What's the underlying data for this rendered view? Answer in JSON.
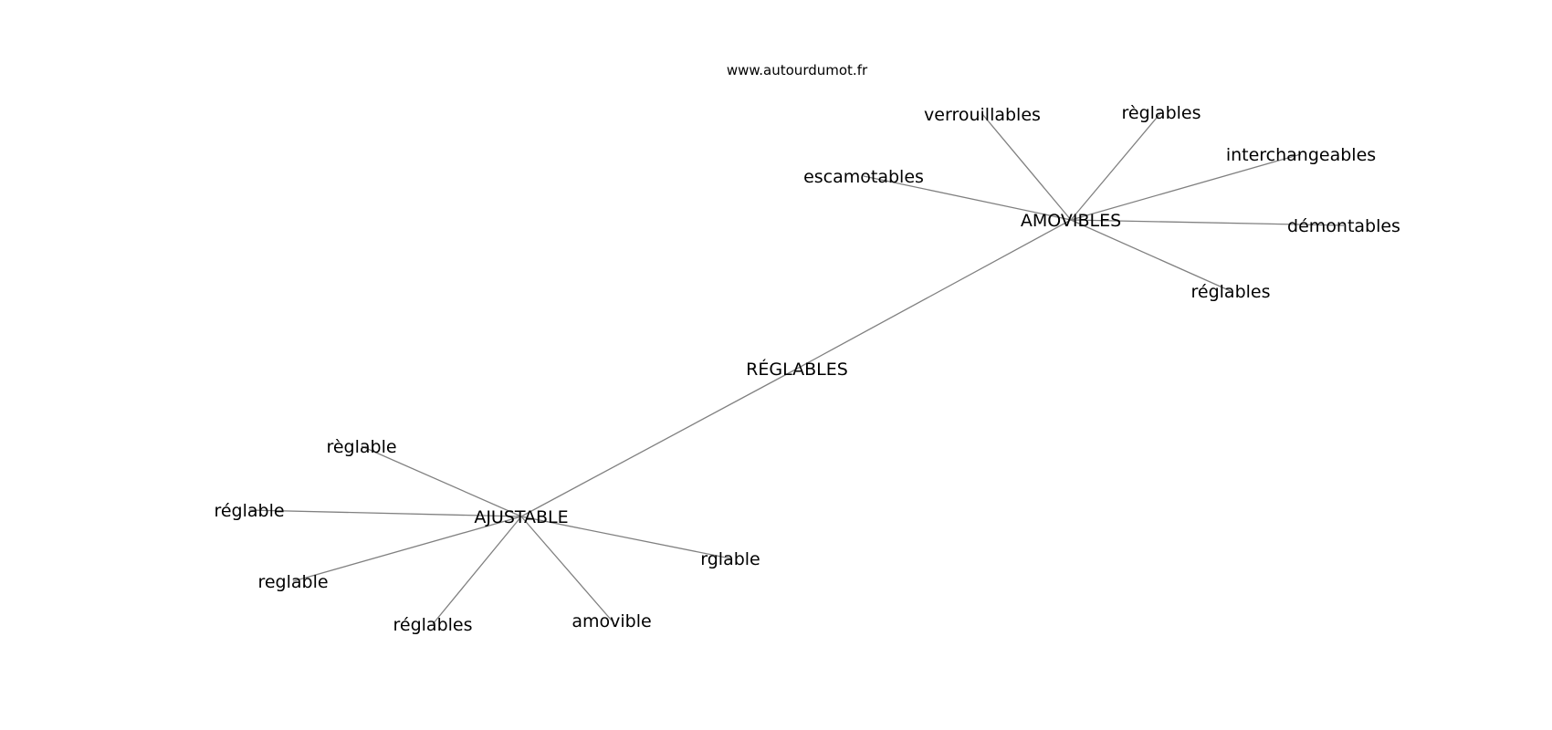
{
  "watermark": "www.autourdumot.fr",
  "graph": {
    "center": "RÉGLABLES",
    "hubs": [
      {
        "label": "AMOVIBLES",
        "neighbors": [
          "verrouillables",
          "règlables",
          "interchangeables",
          "escamotables",
          "démontables",
          "réglables"
        ]
      },
      {
        "label": "AJUSTABLE",
        "neighbors": [
          "règlable",
          "réglable",
          "reglable",
          "réglables",
          "amovible",
          "rglable"
        ]
      }
    ]
  }
}
